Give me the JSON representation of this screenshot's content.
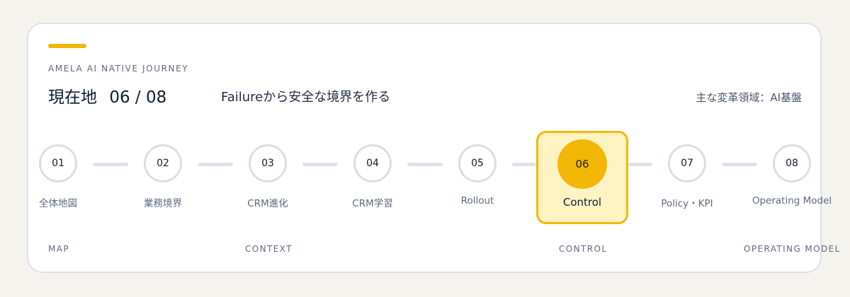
{
  "eyebrow": "AMELA AI NATIVE JOURNEY",
  "location": {
    "label": "現在地",
    "value": "06 / 08"
  },
  "subtitle": "Failureから安全な境界を作る",
  "domain": "主な変革領域：AI基盤",
  "current_step": 6,
  "total_steps": 8,
  "steps": [
    {
      "number": "01",
      "label": "全体地図"
    },
    {
      "number": "02",
      "label": "業務境界"
    },
    {
      "number": "03",
      "label": "CRM進化"
    },
    {
      "number": "04",
      "label": "CRM学習"
    },
    {
      "number": "05",
      "label": "Rollout"
    },
    {
      "number": "06",
      "label": "Control"
    },
    {
      "number": "07",
      "label": "Policy・KPI"
    },
    {
      "number": "08",
      "label": "Operating Model"
    }
  ],
  "phases": [
    "MAP",
    "CONTEXT",
    "CONTROL",
    "OPERATING MODEL"
  ],
  "colors": {
    "accent": "#f2b705",
    "active_background": "#fff3c4",
    "inactive_border": "#d8dde6",
    "connector": "#dde2ea"
  }
}
